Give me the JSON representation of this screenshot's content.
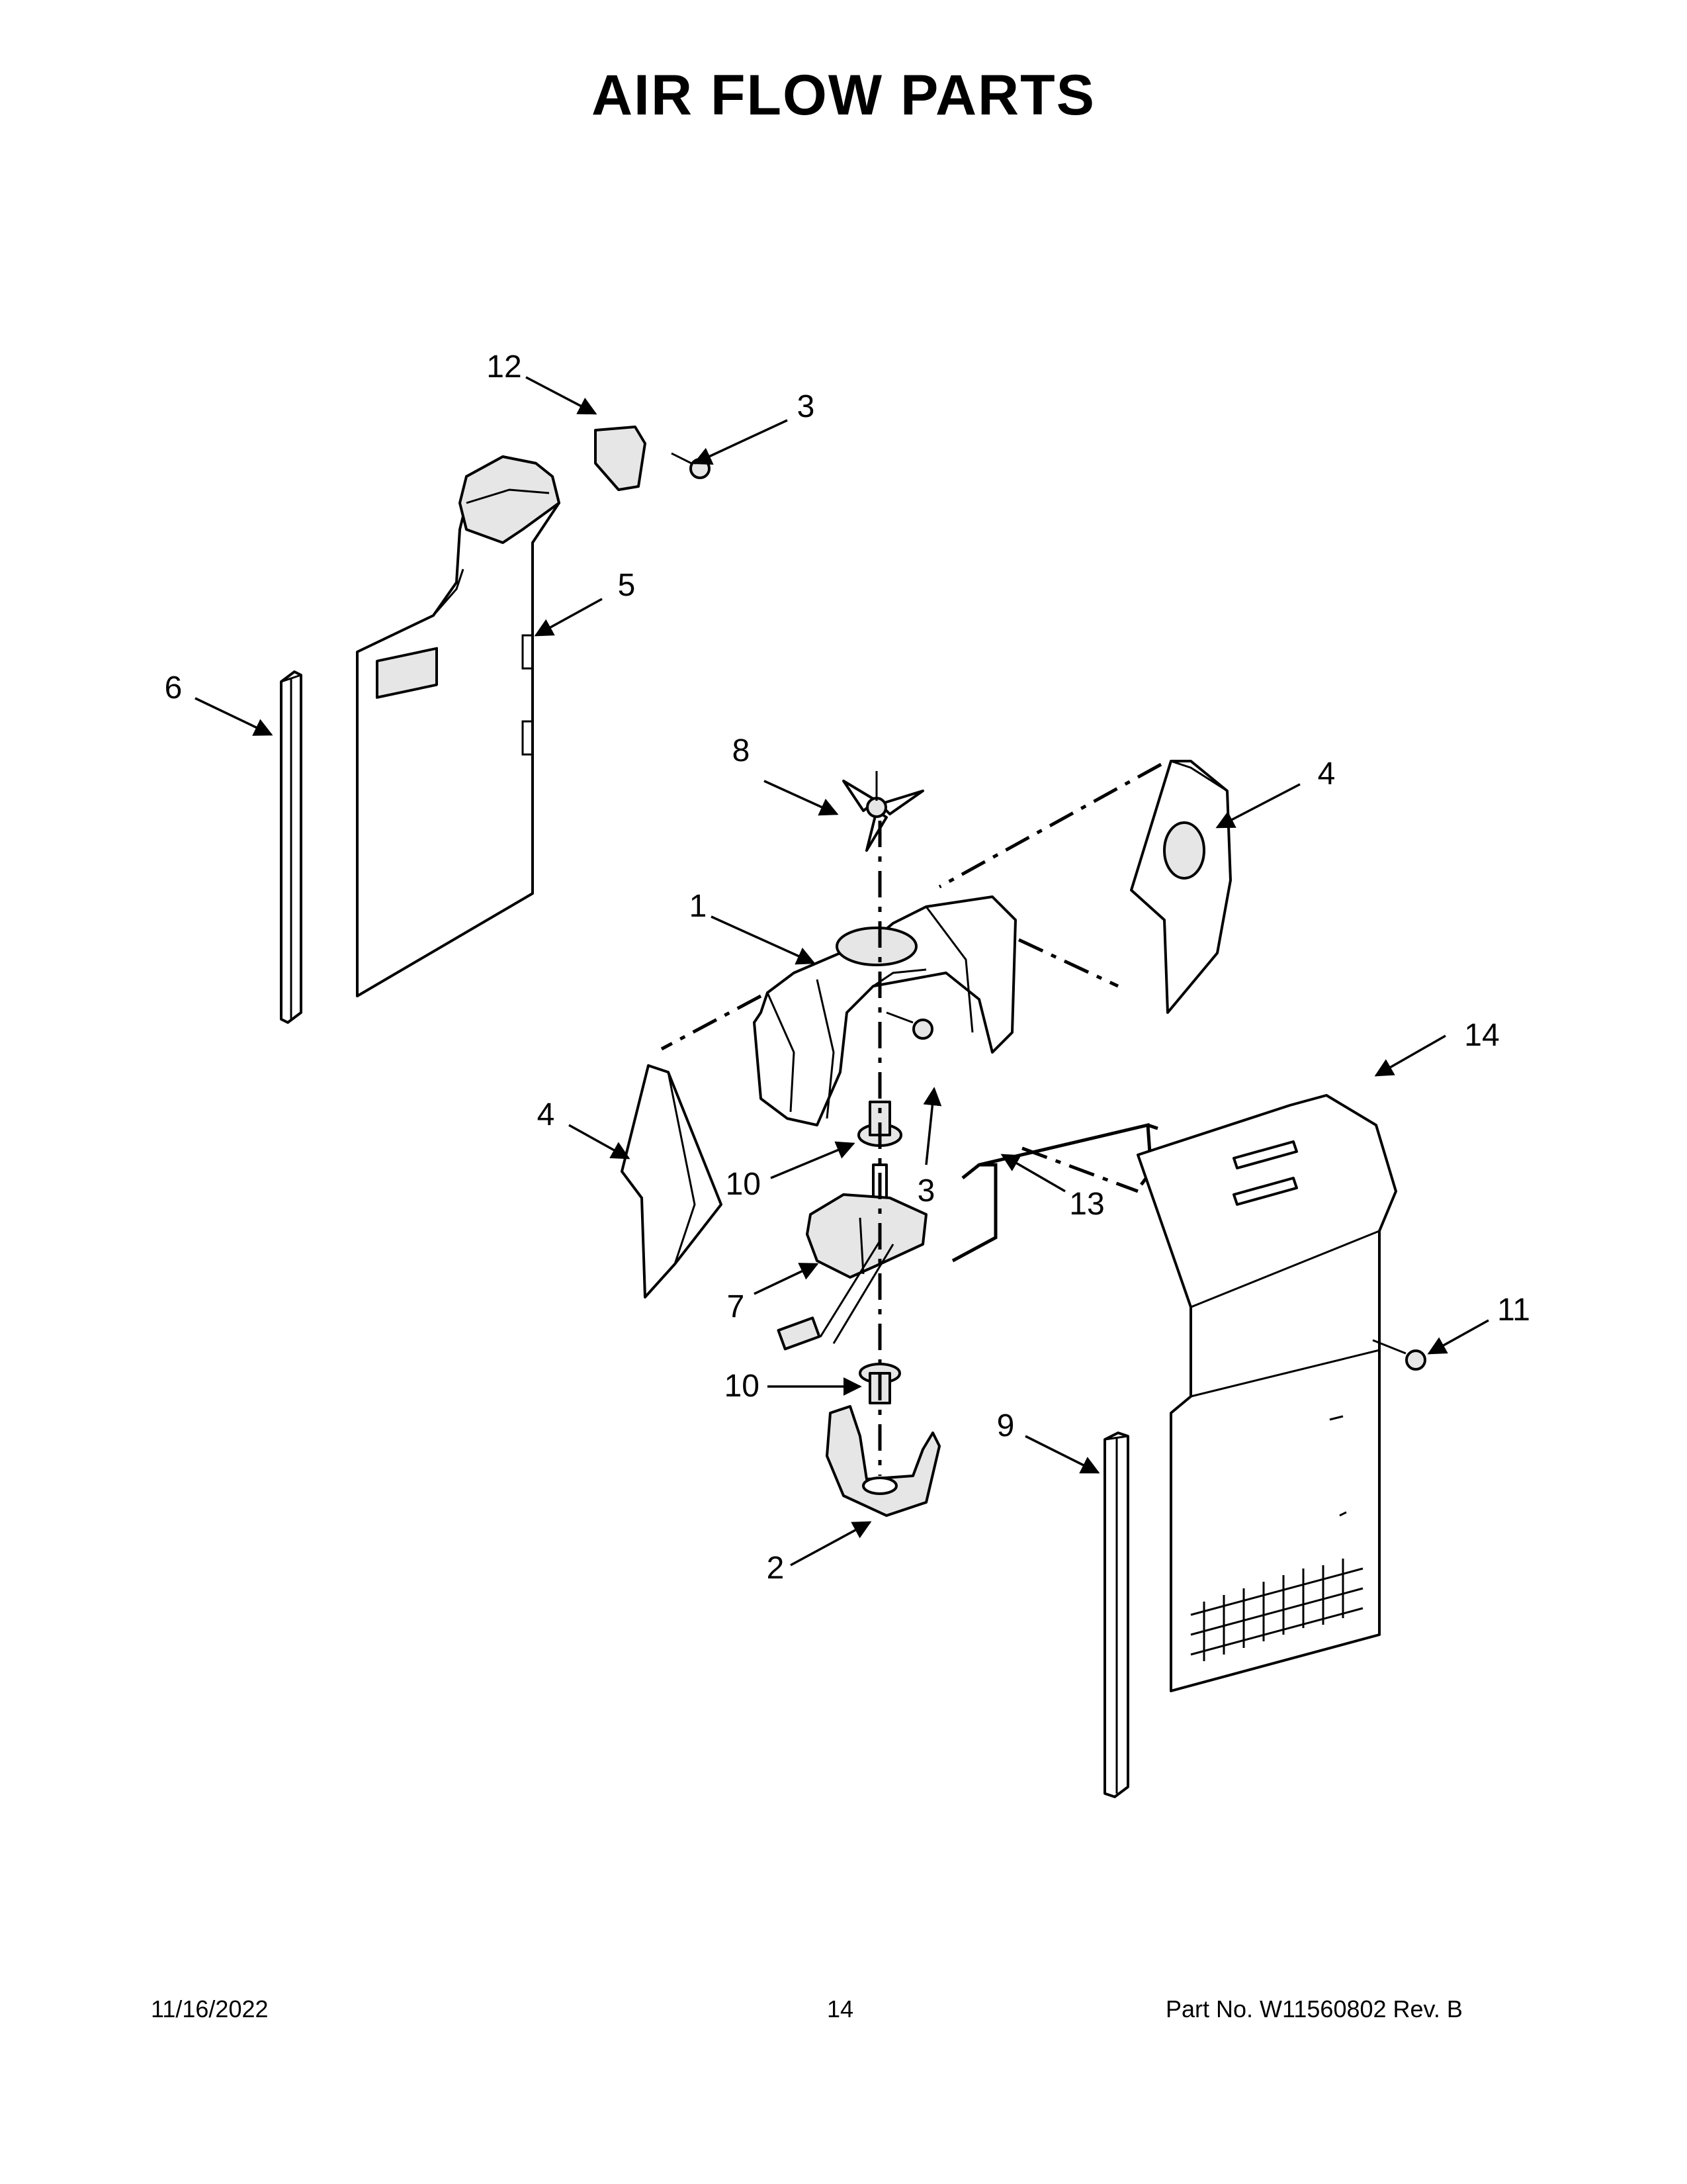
{
  "page": {
    "title": "AIR FLOW PARTS",
    "date": "11/16/2022",
    "page_number": "14",
    "part_number": "Part No.  W11560802  Rev.  B"
  },
  "callouts": [
    "1",
    "2",
    "3",
    "3",
    "4",
    "4",
    "5",
    "6",
    "7",
    "8",
    "9",
    "10",
    "10",
    "11",
    "12",
    "13",
    "14"
  ],
  "colors": {
    "ink": "#000000",
    "paper": "#ffffff",
    "shade": "#e6e6e6"
  }
}
